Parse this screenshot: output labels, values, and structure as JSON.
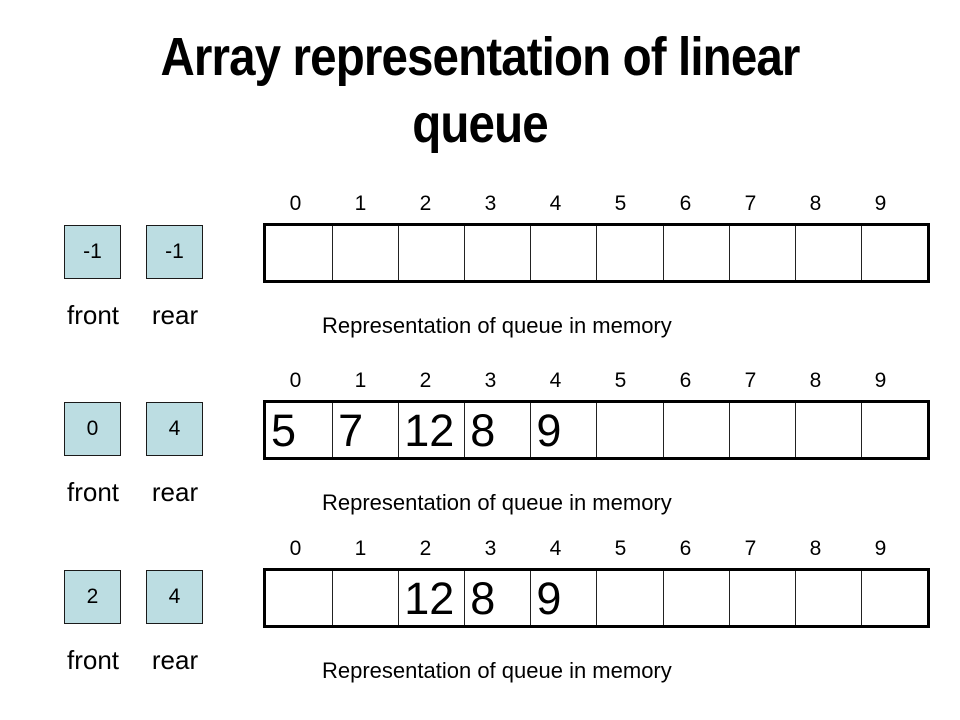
{
  "title": {
    "line1": "Array representation of linear",
    "line2": "queue"
  },
  "pointer_labels": {
    "front": "front",
    "rear": "rear"
  },
  "memory_caption": "Representation of queue in memory",
  "array_indices": [
    "0",
    "1",
    "2",
    "3",
    "4",
    "5",
    "6",
    "7",
    "8",
    "9"
  ],
  "queue_states": [
    {
      "front": "-1",
      "rear": "-1",
      "cells": [
        "",
        "",
        "",
        "",
        "",
        "",
        "",
        "",
        "",
        ""
      ]
    },
    {
      "front": "0",
      "rear": "4",
      "cells": [
        "5",
        "7",
        "12",
        "8",
        "9",
        "",
        "",
        "",
        "",
        ""
      ]
    },
    {
      "front": "2",
      "rear": "4",
      "cells": [
        "",
        "",
        "12",
        "8",
        "9",
        "",
        "",
        "",
        "",
        ""
      ]
    }
  ],
  "colors": {
    "background": "#ffffff",
    "text": "#000000",
    "border": "#000000",
    "pointer_box_fill": "#bcdde2"
  }
}
